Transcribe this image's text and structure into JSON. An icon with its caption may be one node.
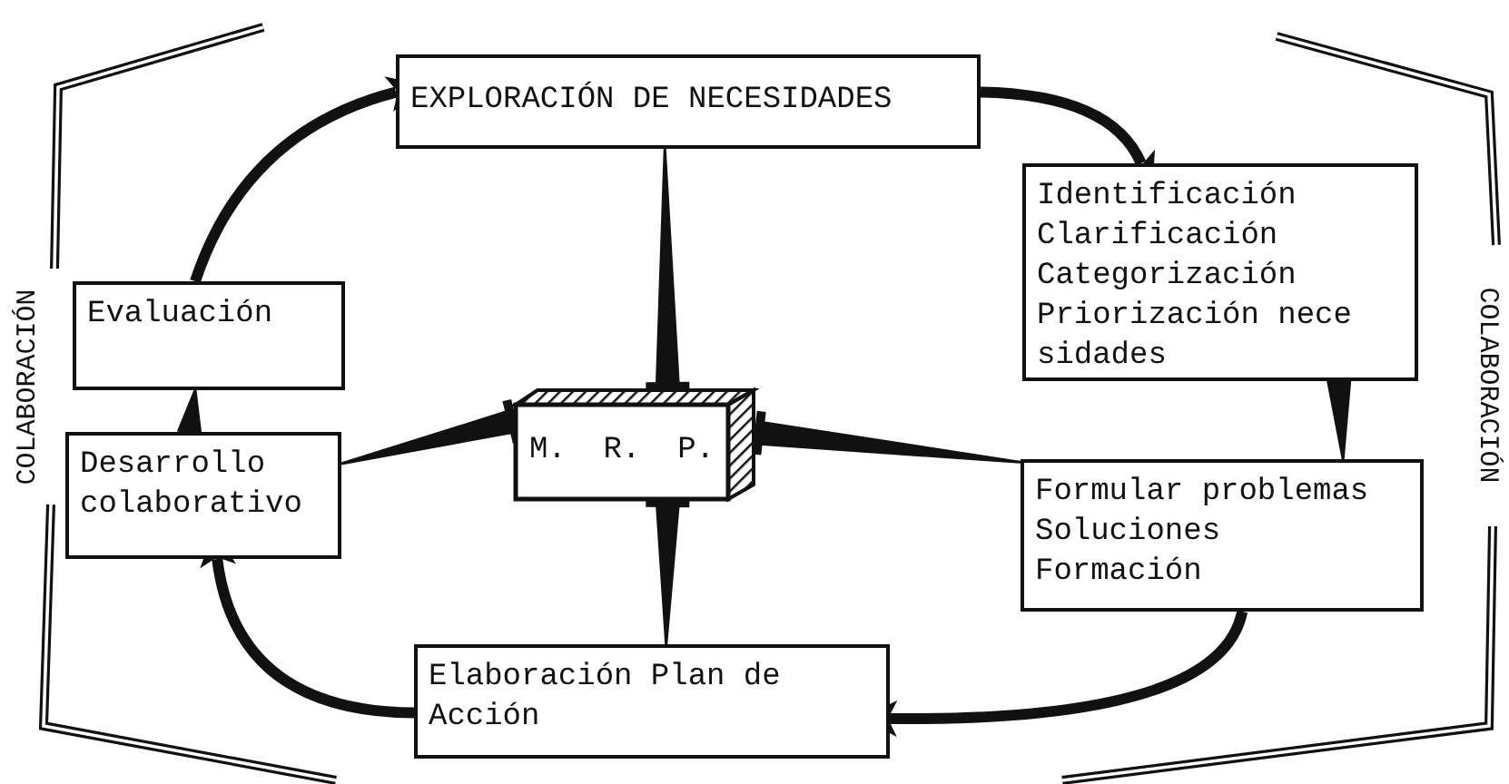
{
  "diagram": {
    "nodes": [
      {
        "text": [
          "EXPLORACIÓN DE NECESIDADES"
        ]
      },
      {
        "text": [
          "Identificación",
          "Clarificación",
          "Categorización",
          "Priorización nece",
          "sidades"
        ]
      },
      {
        "text": [
          "Formular problemas",
          "Soluciones",
          "Formación"
        ]
      },
      {
        "text": [
          "Elaboración Plan de Acción"
        ]
      },
      {
        "text": [
          "Desarrollo colaborativo"
        ]
      },
      {
        "text": [
          "Evaluación"
        ]
      },
      {
        "text": [
          "M.  R.  P."
        ]
      }
    ],
    "edges": [
      {
        "from": 5,
        "to": 0,
        "arrow": "to",
        "style": "thick"
      },
      {
        "from": 0,
        "to": 1,
        "arrow": "to",
        "style": "thick"
      },
      {
        "from": 1,
        "to": 2,
        "arrow": "none"
      },
      {
        "from": 2,
        "to": 3,
        "arrow": "to",
        "style": "thick"
      },
      {
        "from": 3,
        "to": 4,
        "arrow": "to",
        "style": "thick"
      },
      {
        "from": 4,
        "to": 5,
        "arrow": "none"
      },
      {
        "from": 6,
        "to": 0,
        "arrow": "other"
      },
      {
        "from": 6,
        "to": 4,
        "arrow": "other"
      },
      {
        "from": 6,
        "to": 2,
        "arrow": "other"
      },
      {
        "from": 6,
        "to": 3,
        "arrow": "other"
      }
    ],
    "labels": [
      "COLABORACIÓN",
      "COLABORACIÓN"
    ]
  }
}
